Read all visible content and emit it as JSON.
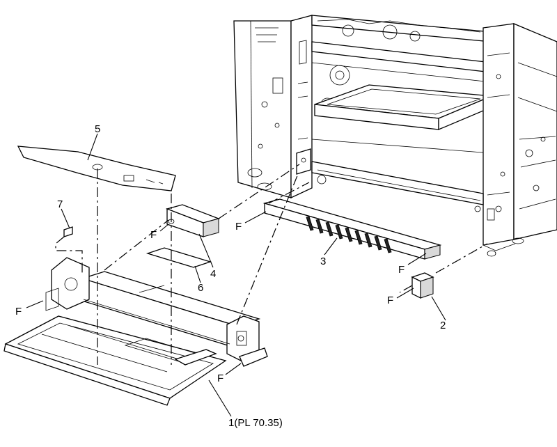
{
  "callouts": {
    "c1": "1(PL 70.35)",
    "c2": "2",
    "c3": "3",
    "c4": "4",
    "c5": "5",
    "c6": "6",
    "c7": "7"
  },
  "fastener_marks": {
    "f_tray_left": "F",
    "f_tray_right": "F",
    "f_cover4": "F",
    "f_rail_left": "F",
    "f_rail_right": "F",
    "f_cap2": "F"
  }
}
